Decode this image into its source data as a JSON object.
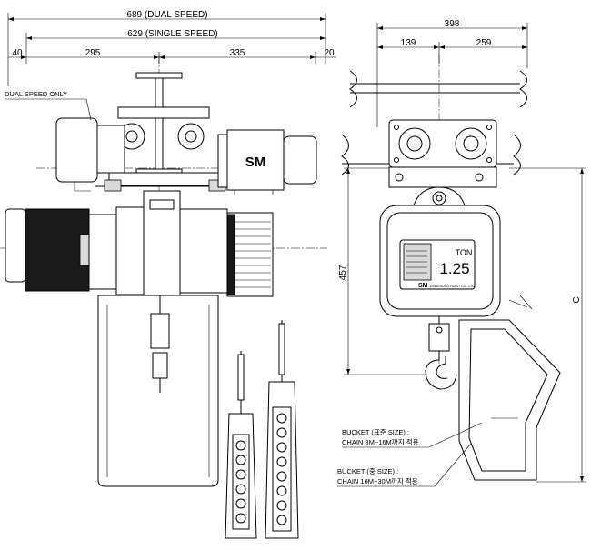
{
  "dimensions": {
    "overall_dual": "689 (DUAL SPEED)",
    "overall_single": "629 (SINGLE SPEED)",
    "left_offset": "40",
    "left_span": "295",
    "right_span": "335",
    "right_offset": "20",
    "side_overall": "398",
    "side_left": "139",
    "side_right": "259",
    "height": "457",
    "height_c": "C"
  },
  "notes": {
    "dual_speed_only": "DUAL SPEED ONLY",
    "bucket_standard_line1": "BUCKET (표준 SIZE) :",
    "bucket_standard_line2": "CHAIN 3M~16M까지 적용",
    "bucket_large_line1": "BUCKET (중 SIZE) :",
    "bucket_large_line2": "CHAIN 16M~30M까지 적용"
  },
  "nameplate": {
    "unit": "TON",
    "capacity": "1.25",
    "maker": "DONGSUNG HOIST CO., LTD."
  },
  "brand_logo": "SM"
}
